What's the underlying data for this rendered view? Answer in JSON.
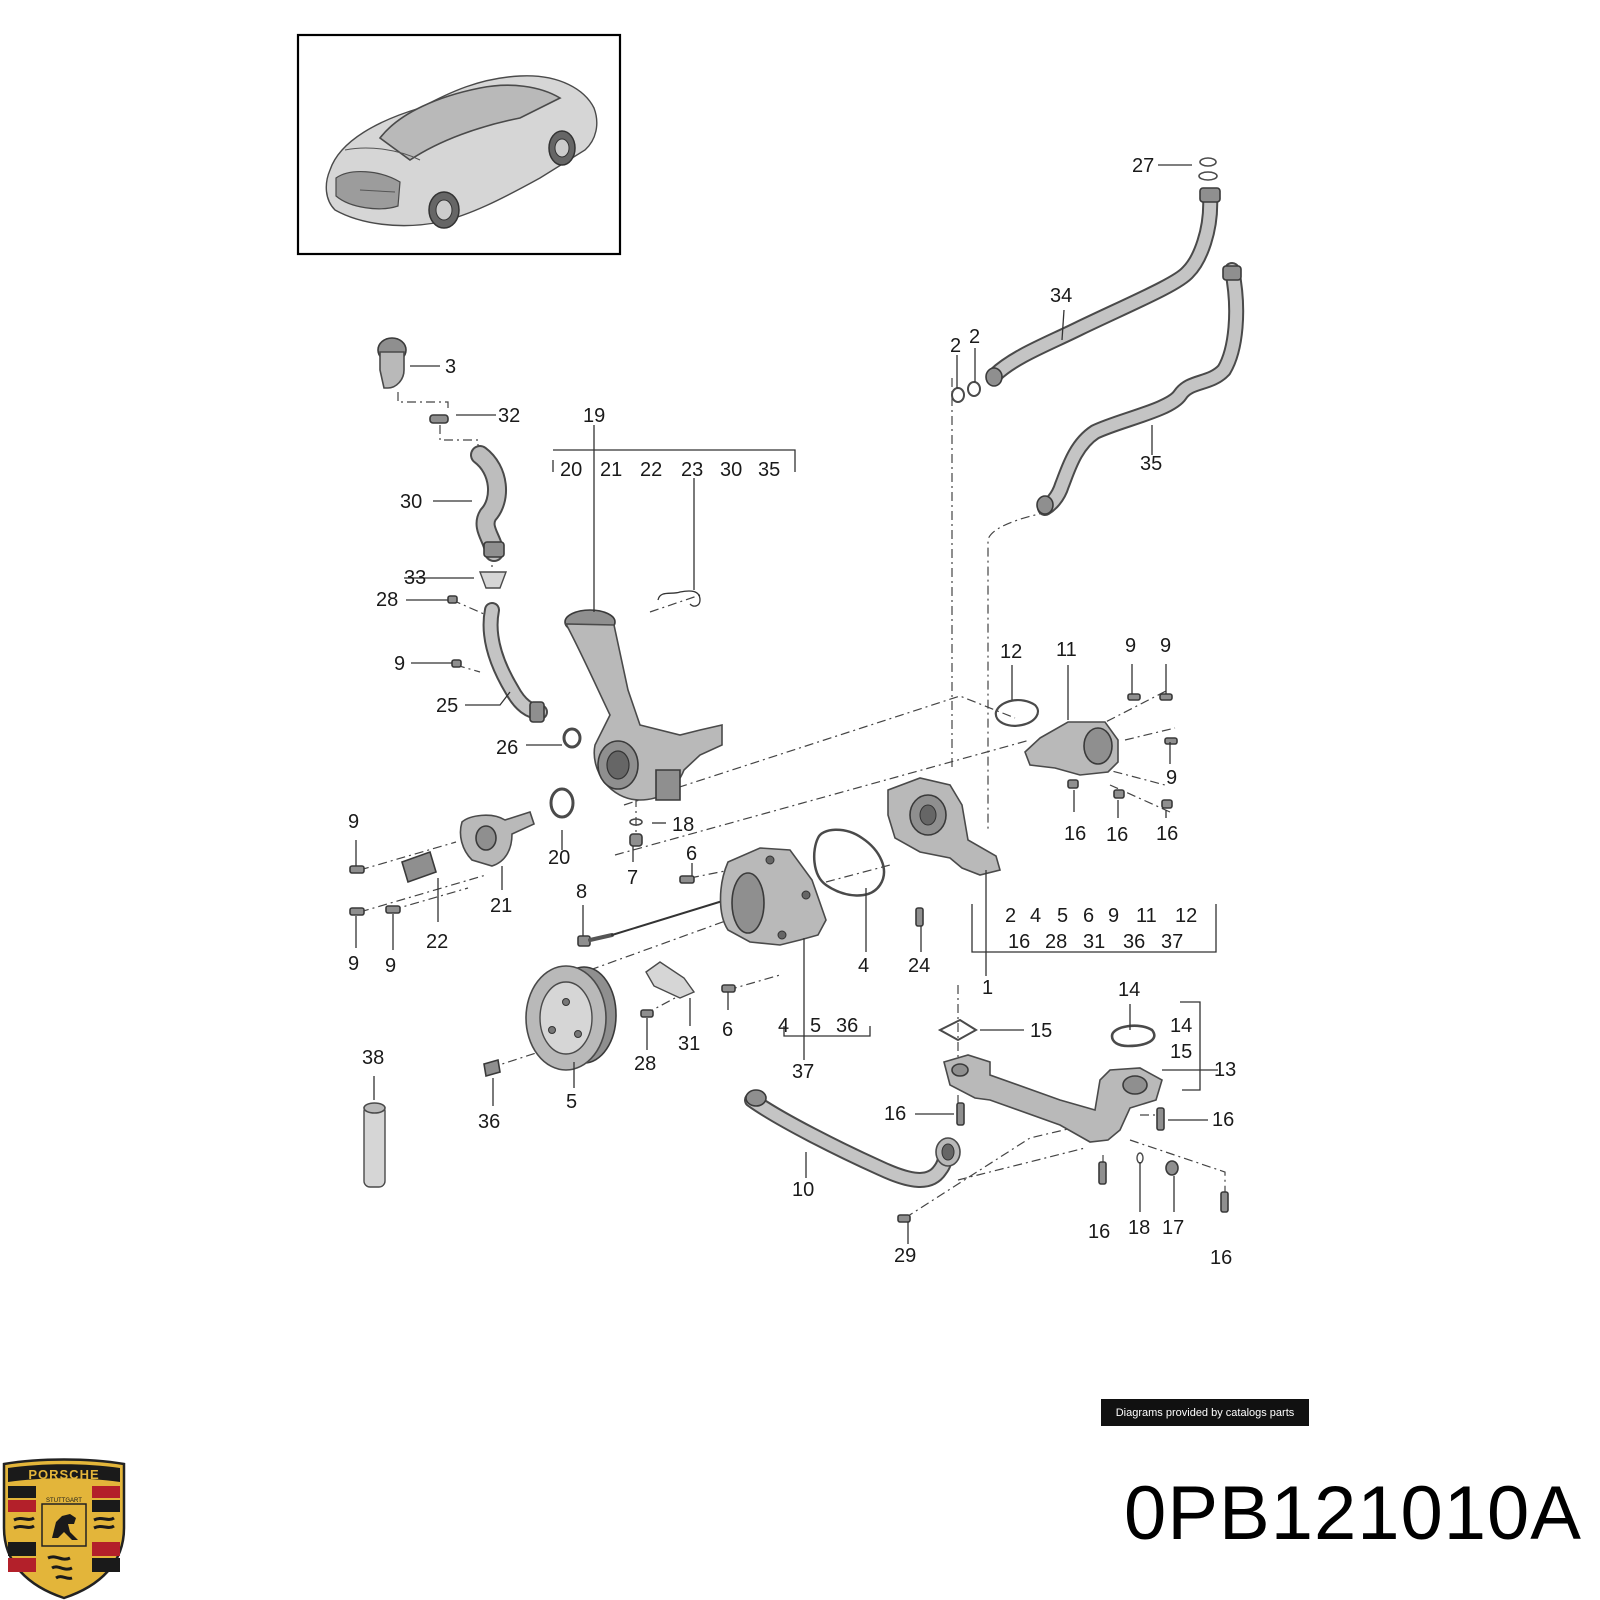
{
  "diagram": {
    "callouts": {
      "c27": "27",
      "c34": "34",
      "c2a": "2",
      "c2b": "2",
      "c35": "35",
      "c3": "3",
      "c32": "32",
      "c19": "19",
      "c30": "30",
      "c33": "33",
      "c28a": "28",
      "c9a": "9",
      "c25": "25",
      "c26": "26",
      "c18a": "18",
      "c20": "20",
      "c7": "7",
      "c12": "12",
      "c11": "11",
      "c9b": "9",
      "c9c": "9",
      "c9d": "9",
      "c16a": "16",
      "c16b": "16",
      "c16c": "16",
      "c9e": "9",
      "c21": "21",
      "c22": "22",
      "c9f": "9",
      "c9g": "9",
      "c6a": "6",
      "c8": "8",
      "c4": "4",
      "c24": "24",
      "c1": "1",
      "c14a": "14",
      "c14b": "14",
      "c15a": "15",
      "c15b": "15",
      "c13": "13",
      "c6b": "6",
      "c31": "31",
      "c28b": "28",
      "c37": "37",
      "c38": "38",
      "c36": "36",
      "c5": "5",
      "c16d": "16",
      "c16e": "16",
      "c10": "10",
      "c16f": "16",
      "c18b": "18",
      "c17": "17",
      "c16g": "16",
      "c29": "29"
    },
    "group_19": [
      "20",
      "21",
      "22",
      "23",
      "30",
      "35"
    ],
    "group_1_row1": [
      "2",
      "4",
      "5",
      "6",
      "9",
      "11",
      "12"
    ],
    "group_1_row2": [
      "16",
      "28",
      "31",
      "36",
      "37"
    ],
    "group_37": [
      "4",
      "5",
      "36"
    ]
  },
  "credit": "Diagrams provided by catalogs parts",
  "part_number": "0PB121010A",
  "logo_text": "PORSCHE",
  "logo_city": "STUTTGART",
  "colors": {
    "part_fill": "#b9b9b9",
    "part_stroke": "#4a4a4a",
    "badge_bg": "#111111",
    "logo_gold": "#e3b53a",
    "logo_red": "#b3202a",
    "logo_black": "#1a1a1a"
  }
}
